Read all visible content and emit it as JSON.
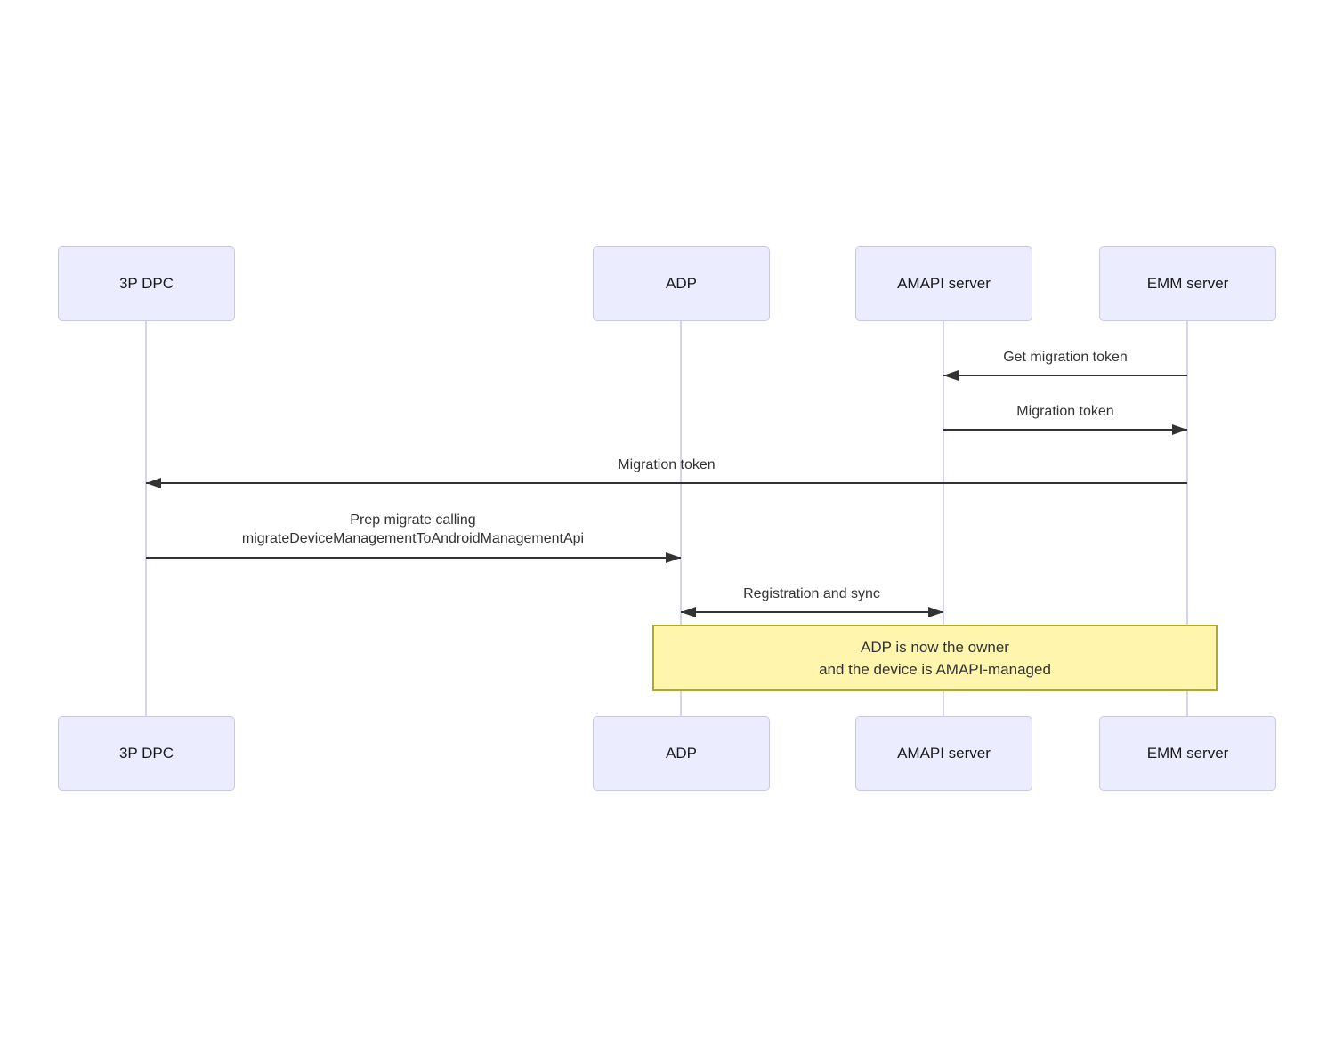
{
  "colors": {
    "background": "#FFFFFF",
    "actor-fill": "#ECECFF",
    "actor-border": "#C8C8E8",
    "actor-text": "#1A1A1A",
    "lifeline": "#D6D2F0",
    "arrow": "#333333",
    "message-text": "#333333",
    "note-fill": "#FFF5AD",
    "note-border": "#AAAA33",
    "note-text": "#333333"
  },
  "actors": [
    {
      "label": "3P DPC"
    },
    {
      "label": "ADP"
    },
    {
      "label": "AMAPI server"
    },
    {
      "label": "EMM server"
    }
  ],
  "messages": [
    {
      "from": "EMM server",
      "to": "AMAPI server",
      "direction": "left",
      "lines": [
        "Get migration token"
      ]
    },
    {
      "from": "AMAPI server",
      "to": "EMM server",
      "direction": "right",
      "lines": [
        "Migration token"
      ]
    },
    {
      "from": "EMM server",
      "to": "3P DPC",
      "direction": "left",
      "lines": [
        "Migration token"
      ]
    },
    {
      "from": "3P DPC",
      "to": "ADP",
      "direction": "right",
      "lines": [
        "Prep migrate calling",
        "migrateDeviceManagementToAndroidManagementApi"
      ]
    },
    {
      "from": "ADP",
      "to": "AMAPI server",
      "direction": "both",
      "lines": [
        "Registration and sync"
      ]
    }
  ],
  "note": {
    "over": "ADP to EMM server",
    "lines": [
      "ADP is now the owner",
      "and the device is AMAPI-managed"
    ]
  }
}
